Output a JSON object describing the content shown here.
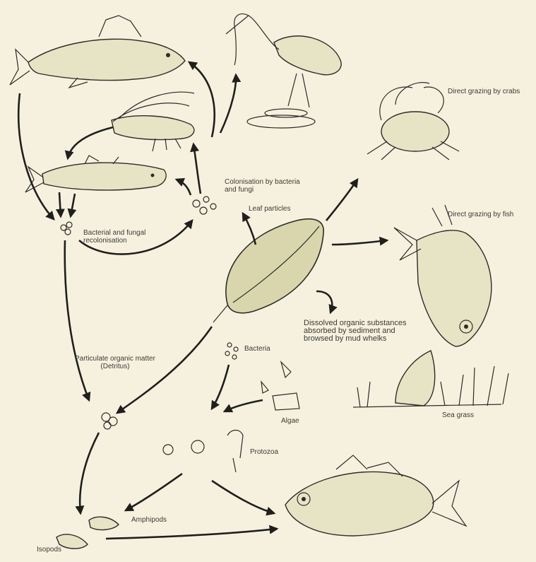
{
  "labels": {
    "crabs": "Direct grazing by crabs",
    "fish_grazing": "Direct grazing by fish",
    "colonisation": "Colonisation by bacteria\nand fungi",
    "leaf_particles": "Leaf particles",
    "recolonisation": "Bacterial and fungal\nrecolonisation",
    "dissolved": "Dissolved organic substances\nabsorbed by sediment and\nbrowsed by mud whelks",
    "particulate": "Particulate organic matter\n(Detritus)",
    "bacteria": "Bacteria",
    "algae": "Algae",
    "sea_grass": "Sea grass",
    "protozoa": "Protozoa",
    "amphipods": "Amphipods",
    "isopods": "Isopods"
  }
}
